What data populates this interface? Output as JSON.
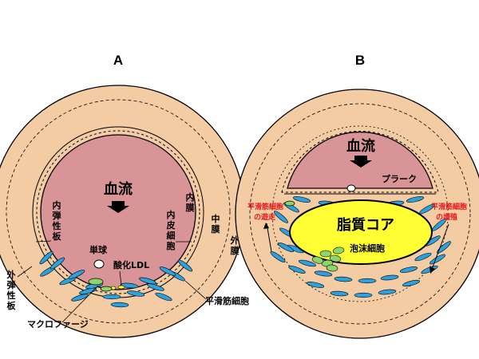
{
  "panels": {
    "a": {
      "label": "A",
      "blood_flow": "血流",
      "internal_elastic_lamina": [
        "内",
        "弾",
        "性",
        "板"
      ],
      "intima": [
        "内",
        "膜"
      ],
      "endothelial_cell": [
        "内",
        "皮",
        "細",
        "胞"
      ],
      "media": [
        "中",
        "膜"
      ],
      "adventitia": [
        "外",
        "膜"
      ],
      "external_elastic_lamina": [
        "外",
        "弾",
        "性",
        "板"
      ],
      "monocyte": "単球",
      "oxidized_ldl": "酸化LDL",
      "macrophage": "マクロファージ",
      "smooth_muscle_cell": "平滑筋細胞"
    },
    "b": {
      "label": "B",
      "blood_flow": "血流",
      "plaque": "プラーク",
      "lipid_core": "脂質コア",
      "foam_cell": "泡沫細胞",
      "smc_migration": [
        "平滑筋細胞",
        "の遊走"
      ],
      "smc_proliferation": [
        "平滑筋細胞",
        "の増殖"
      ]
    }
  },
  "colors": {
    "adventitia": "#f3cca4",
    "lumen": "#d89496",
    "lipid_core": "#ffff33",
    "smooth_muscle": "#2ea0dc",
    "foam_cell": "#8fd36a",
    "red_text": "#e8141a"
  }
}
